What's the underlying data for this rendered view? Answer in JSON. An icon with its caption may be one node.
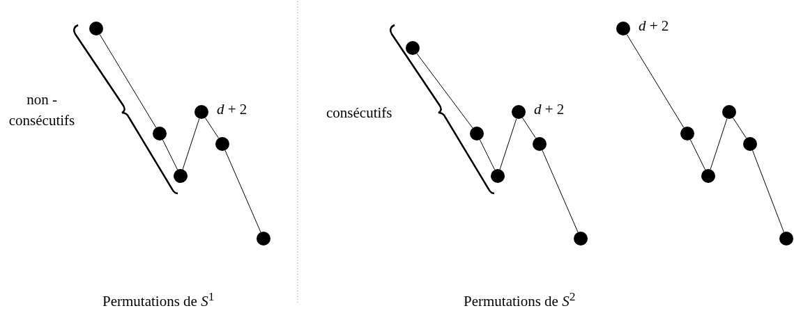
{
  "diagram": {
    "nodes": [
      {
        "text": [],
        "shape": "circle"
      },
      {
        "text": [],
        "shape": "circle"
      },
      {
        "text": [],
        "shape": "circle"
      },
      {
        "text": [],
        "shape": "circle",
        "beside": [
          "*d* + 2"
        ]
      },
      {
        "text": [],
        "shape": "circle"
      },
      {
        "text": [],
        "shape": "circle"
      },
      {
        "text": [],
        "shape": "circle"
      },
      {
        "text": [],
        "shape": "circle"
      },
      {
        "text": [],
        "shape": "circle"
      },
      {
        "text": [],
        "shape": "circle",
        "beside": [
          "*d* + 2"
        ]
      },
      {
        "text": [],
        "shape": "circle"
      },
      {
        "text": [],
        "shape": "circle"
      },
      {
        "text": [],
        "shape": "circle",
        "beside": [
          "*d* + 2"
        ]
      },
      {
        "text": [],
        "shape": "circle"
      },
      {
        "text": [],
        "shape": "circle"
      },
      {
        "text": [],
        "shape": "circle"
      },
      {
        "text": [],
        "shape": "circle"
      },
      {
        "text": [],
        "shape": "circle"
      }
    ],
    "edges": [
      {
        "from": 0,
        "to": 1,
        "arrow": "none"
      },
      {
        "from": 1,
        "to": 2,
        "arrow": "none"
      },
      {
        "from": 2,
        "to": 3,
        "arrow": "none"
      },
      {
        "from": 3,
        "to": 4,
        "arrow": "none"
      },
      {
        "from": 4,
        "to": 5,
        "arrow": "none"
      },
      {
        "from": 6,
        "to": 7,
        "arrow": "none"
      },
      {
        "from": 7,
        "to": 8,
        "arrow": "none"
      },
      {
        "from": 8,
        "to": 9,
        "arrow": "none"
      },
      {
        "from": 9,
        "to": 10,
        "arrow": "none"
      },
      {
        "from": 10,
        "to": 11,
        "arrow": "none"
      },
      {
        "from": 12,
        "to": 13,
        "arrow": "none"
      },
      {
        "from": 13,
        "to": 14,
        "arrow": "none"
      },
      {
        "from": 14,
        "to": 15,
        "arrow": "none"
      },
      {
        "from": 15,
        "to": 16,
        "arrow": "none"
      },
      {
        "from": 16,
        "to": 17,
        "arrow": "none"
      }
    ],
    "labels": [
      "non - consécutifs",
      "consécutifs",
      "Permutations de *S*$^{1}$",
      "Permutations de *S*$^{2}$"
    ]
  }
}
